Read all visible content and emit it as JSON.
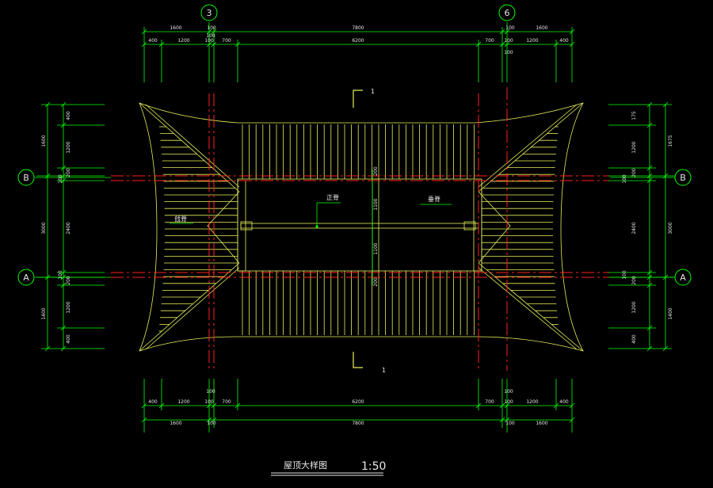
{
  "drawing": {
    "title": "屋顶大样图",
    "scale": "1:50",
    "section_mark": "1",
    "colors": {
      "background": "#000000",
      "dimension": "#00ff00",
      "roof": "#e8ef5a",
      "axis": "#ff2020",
      "text": "#e6e6e6"
    },
    "grid_axes": {
      "top_left": "3",
      "top_right": "6",
      "left_top": "B",
      "left_bottom": "A",
      "right_top": "B",
      "right_bottom": "A"
    },
    "labels": {
      "ridge": "正脊",
      "hip_ridge": "垂脊",
      "eave": "戗脊"
    },
    "dims_top": {
      "row1": [
        "1600",
        "100",
        "7800",
        "100",
        "1600"
      ],
      "row2": [
        "400",
        "1200",
        "100",
        "700",
        "6200",
        "700",
        "100",
        "1200",
        "400"
      ],
      "small": [
        "100",
        "100"
      ]
    },
    "dims_bottom": {
      "row1": [
        "400",
        "1200",
        "100",
        "700",
        "6200",
        "700",
        "100",
        "1200",
        "400"
      ],
      "row2": [
        "1600",
        "100",
        "7800",
        "100",
        "1600"
      ],
      "small": [
        "100",
        "100"
      ]
    },
    "dims_left": {
      "outer": [
        "1600",
        "3000",
        "1400"
      ],
      "inner": [
        "400",
        "1200",
        "200",
        "100",
        "2400",
        "100",
        "200",
        "1200",
        "400"
      ]
    },
    "dims_right": {
      "outer": [
        "1675",
        "3000",
        "1400"
      ],
      "inner": [
        "175",
        "1200",
        "200",
        "100",
        "2400",
        "100",
        "200",
        "1200",
        "400"
      ]
    },
    "dims_center": [
      "200",
      "1100",
      "1100",
      "200"
    ]
  }
}
